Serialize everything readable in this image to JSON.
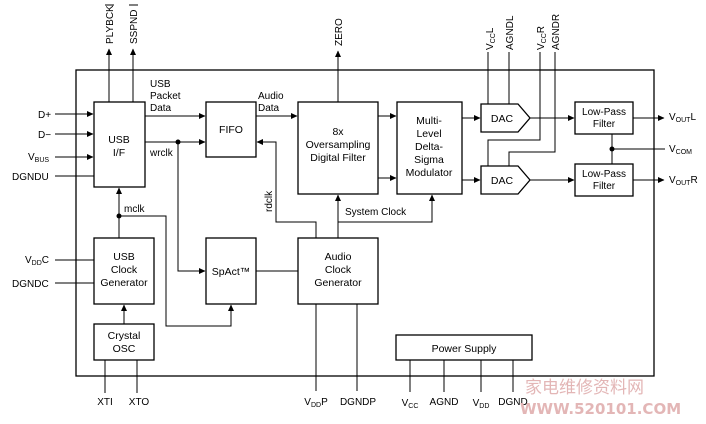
{
  "blocks": {
    "usb_if": [
      "USB",
      "I/F"
    ],
    "fifo": "FIFO",
    "filter": [
      "8x",
      "Oversampling",
      "Digital Filter"
    ],
    "modulator": [
      "Multi-",
      "Level",
      "Delta-",
      "Sigma",
      "Modulator"
    ],
    "dac_l": "DAC",
    "dac_r": "DAC",
    "lpf_l": [
      "Low-Pass",
      "Filter"
    ],
    "lpf_r": [
      "Low-Pass",
      "Filter"
    ],
    "usb_clk": [
      "USB",
      "Clock",
      "Generator"
    ],
    "spact": "SpAct™",
    "audio_clk": [
      "Audio",
      "Clock",
      "Generator"
    ],
    "crystal": [
      "Crystal",
      "OSC"
    ],
    "power": "Power Supply"
  },
  "pins": {
    "plybck": "PLYBCK",
    "sspnd": "SSPND",
    "zero": "ZERO",
    "dplus": "D+",
    "dminus": "D−",
    "vbus": {
      "main": "V",
      "sub": "BUS"
    },
    "dgndu": "DGNDU",
    "vddc": {
      "main": "V",
      "sub": "DD",
      "post": "C"
    },
    "dgndc": "DGNDC",
    "vccl": {
      "main": "V",
      "sub": "CC",
      "post": "L"
    },
    "agndl": "AGNDL",
    "vccr": {
      "main": "V",
      "sub": "CC",
      "post": "R"
    },
    "agndr": "AGNDR",
    "voutl": {
      "main": "V",
      "sub": "OUT",
      "post": "L"
    },
    "vcom": {
      "main": "V",
      "sub": "COM"
    },
    "voutr": {
      "main": "V",
      "sub": "OUT",
      "post": "R"
    },
    "xti": "XTI",
    "xto": "XTO",
    "vddp": {
      "main": "V",
      "sub": "DD",
      "post": "P"
    },
    "dgndp": "DGNDP",
    "vcc": {
      "main": "V",
      "sub": "CC"
    },
    "agnd": "AGND",
    "vdd": {
      "main": "V",
      "sub": "DD"
    },
    "dgnd": "DGND"
  },
  "signals": {
    "usb_packet_data": [
      "USB",
      "Packet",
      "Data"
    ],
    "audio_data": [
      "Audio",
      "Data"
    ],
    "wrclk": "wrclk",
    "mclk": "mclk",
    "rdclk": "rdclk",
    "system_clock": "System Clock"
  },
  "watermark": {
    "line1": "家电维修资料网",
    "line2": "WWW.520101.COM"
  }
}
